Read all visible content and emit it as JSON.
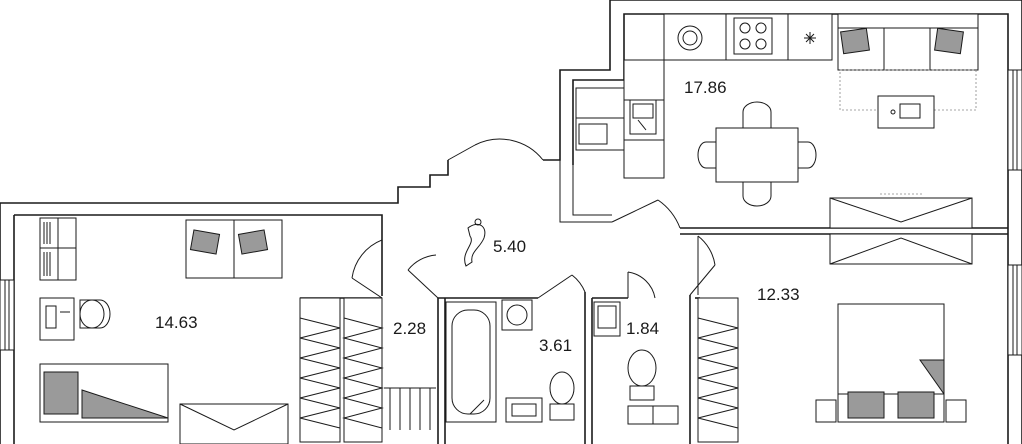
{
  "rooms": [
    {
      "id": "kitchen_living",
      "area": "17.86"
    },
    {
      "id": "hallway",
      "area": "5.40"
    },
    {
      "id": "living_room",
      "area": "14.63"
    },
    {
      "id": "wardrobe",
      "area": "2.28"
    },
    {
      "id": "bathroom",
      "area": "3.61"
    },
    {
      "id": "toilet",
      "area": "1.84"
    },
    {
      "id": "bedroom",
      "area": "12.33"
    }
  ]
}
